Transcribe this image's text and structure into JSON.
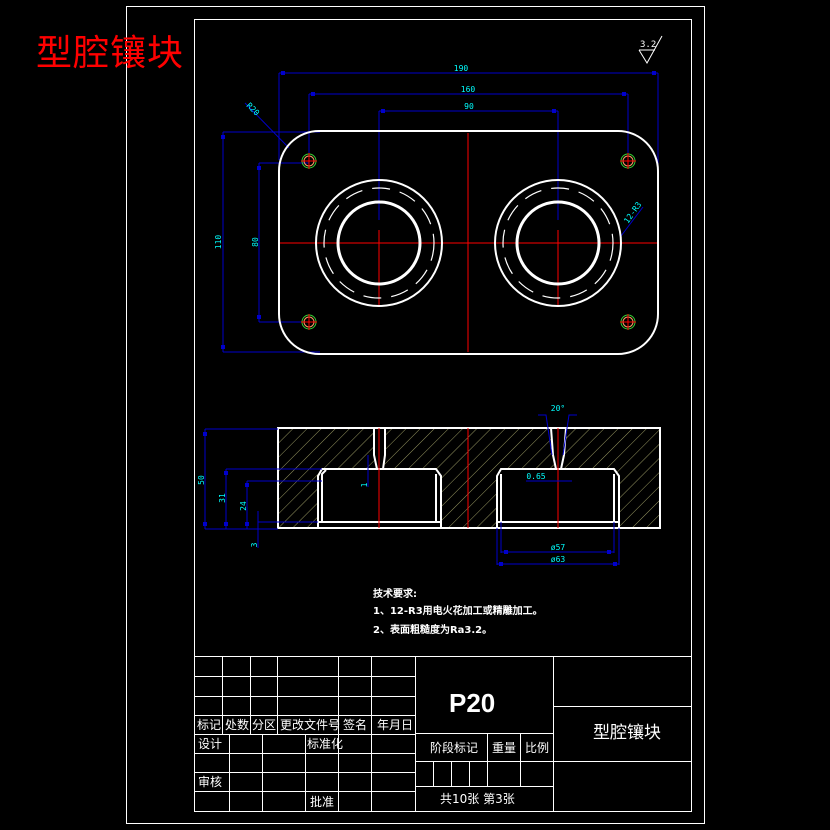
{
  "drawing": {
    "red_title": "型腔镶块",
    "surface_finish": "3.2",
    "colors": {
      "background": "#000000",
      "outline": "#ffffff",
      "dimension": "#0000cc",
      "dimension_text": "#00ffff",
      "centerline": "#ff0000",
      "hole": "#33cc33",
      "hatch": "#bdbd7a",
      "title_red": "#ff0000"
    },
    "plan_view": {
      "dims": {
        "overall_width": "190",
        "hole_spacing_x": "160",
        "cavity_spacing": "90",
        "overall_height": "110",
        "hole_spacing_y": "80",
        "corner_radius": "R20",
        "notch_radius": "12-R3"
      }
    },
    "section_view": {
      "dims": {
        "total_height": "50",
        "cavity_depth": "31",
        "step_depth": "24",
        "bottom_step": "3",
        "rib_offset": "1",
        "angle": "20°",
        "gap": "0.65",
        "inner_dia": "ø57",
        "outer_dia": "ø63"
      }
    }
  },
  "tech_requirements": {
    "heading": "技术要求:",
    "items": [
      "1、12-R3用电火花加工或精雕加工。",
      "2、表面粗糙度为Ra3.2。"
    ]
  },
  "title_block": {
    "headers": {
      "mark": "标记",
      "count": "处数",
      "zone": "分区",
      "change_doc": "更改文件号",
      "signature": "签名",
      "date": "年月日"
    },
    "design": "设计",
    "standardization": "标准化",
    "review": "审核",
    "approval": "批准",
    "drawing_number": "P20",
    "stage_mark": "阶段标记",
    "weight": "重量",
    "scale": "比例",
    "sheet_info": "共10张 第3张",
    "part_name": "型腔镶块"
  }
}
